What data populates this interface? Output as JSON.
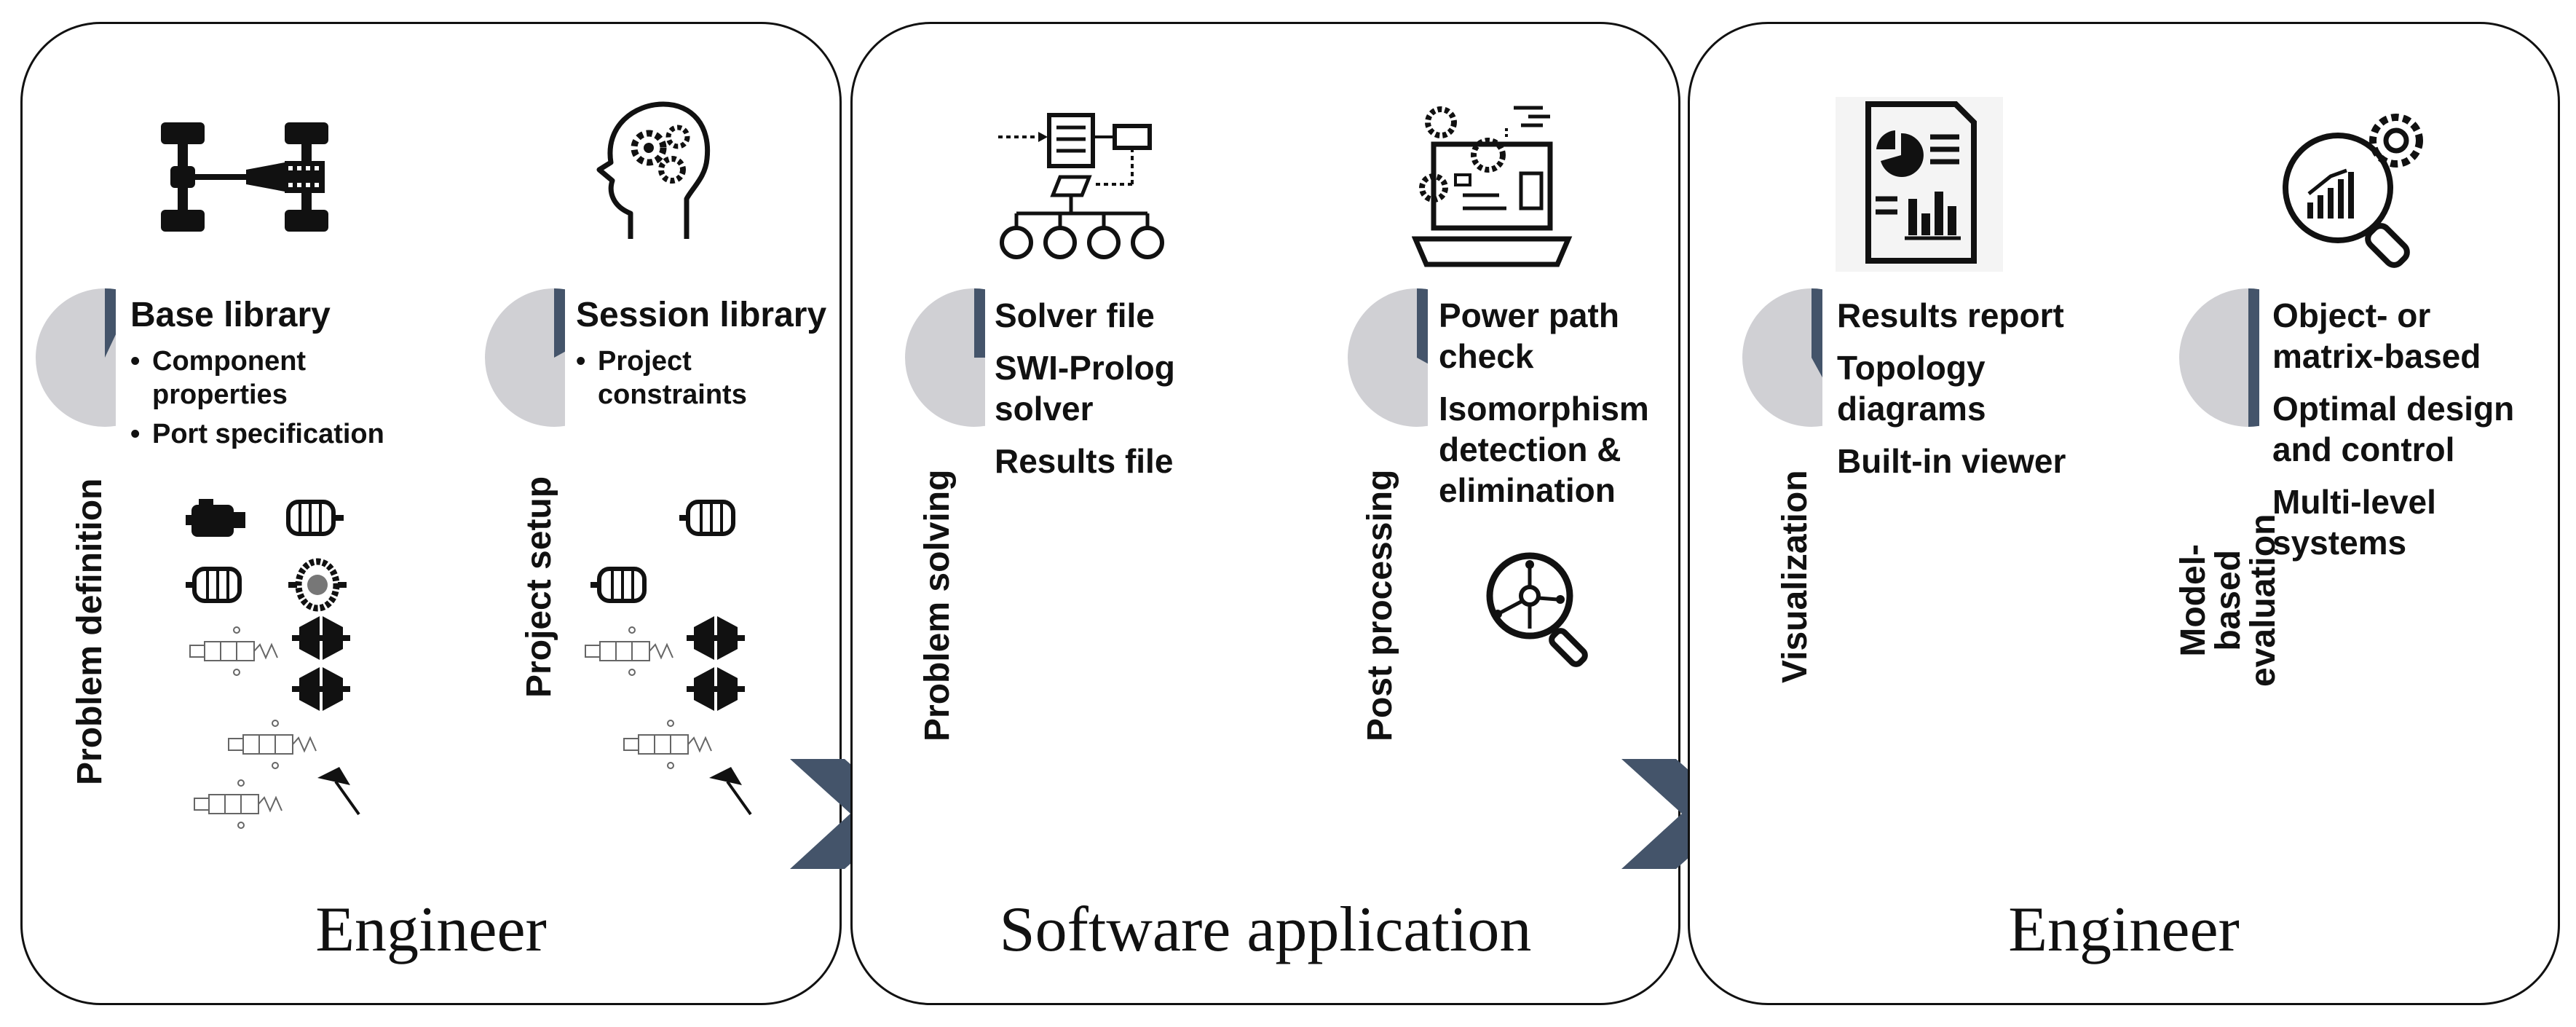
{
  "panels": [
    {
      "footer": "Engineer",
      "stages": [
        {
          "label": "Problem definition",
          "heading": "Base library",
          "bullets": [
            "Component\nproperties",
            "Port specification"
          ],
          "fill": 0.07
        },
        {
          "label": "Project setup",
          "heading": "Session library",
          "bullets": [
            "Project\nconstraints"
          ],
          "fill": 0.17
        }
      ]
    },
    {
      "footer": "Software application",
      "stages": [
        {
          "label": "Problem solving",
          "items": [
            "Solver file",
            "SWI-Prolog\nsolver",
            "Results file"
          ],
          "fill": 0.25
        },
        {
          "label": "Post processing",
          "items": [
            "Power path\ncheck",
            "Isomorphism\ndetection &\nelimination"
          ],
          "fill": 0.33
        }
      ]
    },
    {
      "footer": "Engineer",
      "stages": [
        {
          "label": "Visualization",
          "items": [
            "Results report",
            "Topology\ndiagrams",
            "Built-in viewer"
          ],
          "fill": 0.42
        },
        {
          "label": "Model-based\nevaluation",
          "items": [
            "Object- or\nmatrix-based",
            "Optimal design\nand control",
            "Multi-level\nsystems"
          ],
          "fill": 0.5
        }
      ]
    }
  ],
  "colors": {
    "pie_fill": "#44546a",
    "pie_bg": "#d0d0d4",
    "arrow": "#44546a",
    "border": "#111111"
  },
  "icons": [
    "drivetrain-icon",
    "head-gears-icon",
    "solver-flow-icon",
    "laptop-gears-icon",
    "analytics-search-icon",
    "report-icon",
    "chart-magnifier-gear-icon",
    "engine-icon",
    "motor-icon",
    "gearbox-icon",
    "valve-icon",
    "clutch-icon",
    "wheel-icon"
  ]
}
